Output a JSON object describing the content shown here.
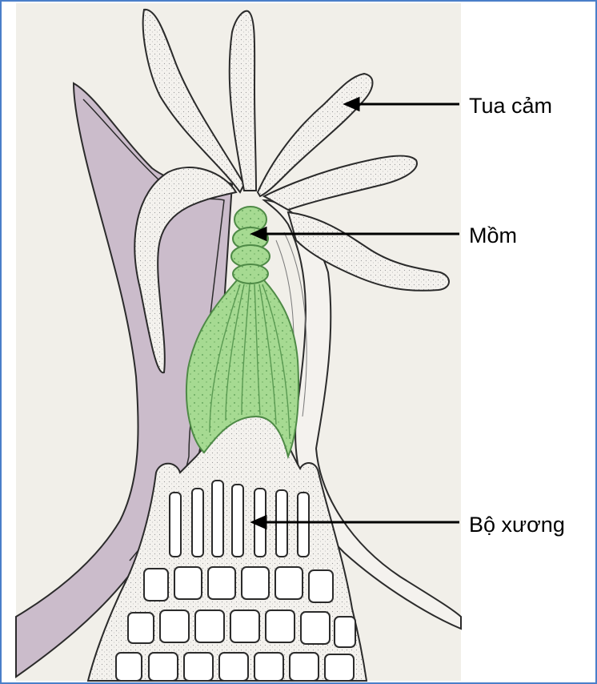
{
  "labels": {
    "tentacle": "Tua cảm",
    "mouth": "Mồm",
    "skeleton": "Bộ xương"
  },
  "colors": {
    "frame_border": "#4a7fc9",
    "paper": "#f1efe9",
    "tissue_purple": "#cbbccb",
    "tissue_purple_dark": "#b7a4b8",
    "mouth_green": "#a9dc98",
    "outline": "#2b2b2b"
  }
}
